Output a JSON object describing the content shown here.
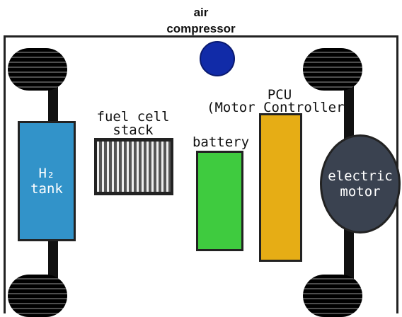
{
  "air_compressor": {
    "line1": "air",
    "line2": "compressor",
    "color": "#112ba8"
  },
  "h2_tank": {
    "line1": "H₂",
    "line2": "tank",
    "color": "#3293c9"
  },
  "fuel_cell_stack": {
    "line1": "fuel cell",
    "line2": "stack"
  },
  "battery": {
    "label": "battery",
    "color": "#3fcb3f"
  },
  "pcu": {
    "line1": "PCU",
    "line2": "(Motor Controller)",
    "color": "#e6ad15"
  },
  "electric_motor": {
    "line1": "electric",
    "line2": "motor",
    "color": "#3a4250"
  }
}
